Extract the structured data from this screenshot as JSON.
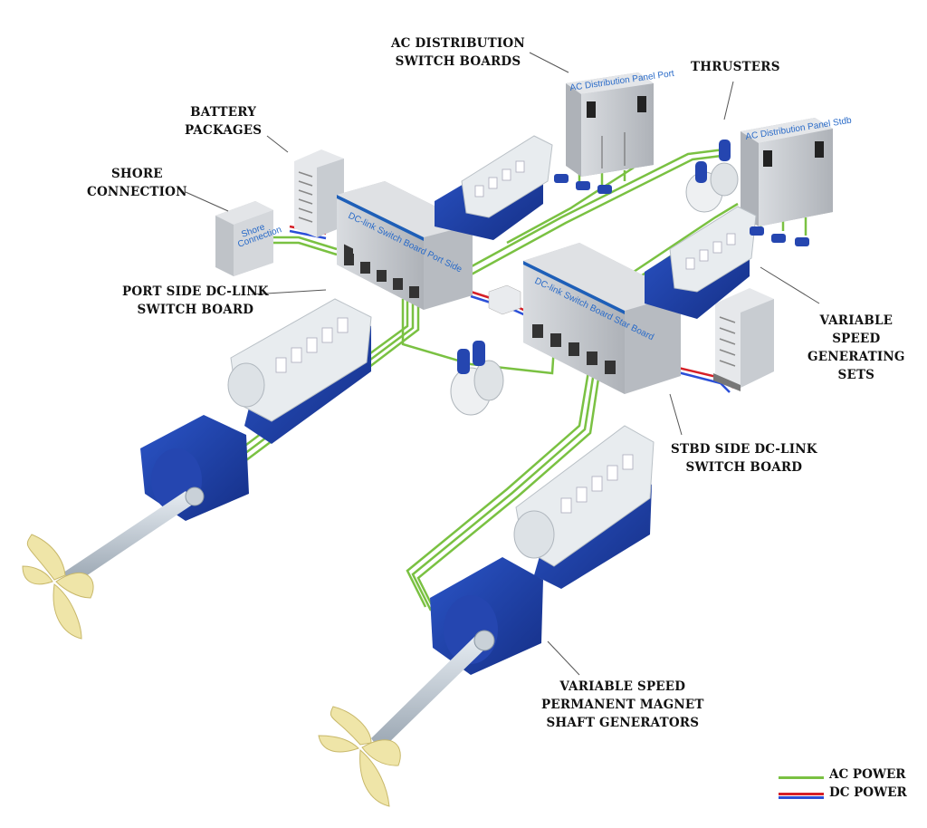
{
  "labels": {
    "ac_distribution": [
      "AC DISTRIBUTION",
      "SWITCH BOARDS"
    ],
    "thrusters": [
      "THRUSTERS"
    ],
    "battery": [
      "BATTERY",
      "PACKAGES"
    ],
    "shore": [
      "SHORE",
      "CONNECTION"
    ],
    "port_dc": [
      "PORT SIDE DC-LINK",
      "SWITCH BOARD"
    ],
    "variable_gen": [
      "VARIABLE",
      "SPEED",
      "GENERATING",
      "SETS"
    ],
    "stbd_dc": [
      "STBD SIDE DC-LINK",
      "SWITCH BOARD"
    ],
    "shaft_gen": [
      "VARIABLE SPEED",
      "PERMANENT MAGNET",
      "SHAFT GENERATORS"
    ]
  },
  "panels": {
    "ac_port": "AC Distribution Panel Port",
    "ac_stbd": "AC Distribution Panel Stdb",
    "dc_port": "DC-link Switch Board Port Side",
    "dc_stbd": "DC-link Switch Board Star Board",
    "shore": [
      "Shore",
      "Connection"
    ]
  },
  "legend": [
    {
      "label": "AC POWER",
      "color": "#7ac142"
    },
    {
      "label": "DC POWER",
      "color": "#d62027",
      "color2": "#2b4fd8"
    }
  ],
  "colors": {
    "ac": "#7ac142",
    "dc_red": "#d62027",
    "dc_blue": "#2b4fd8",
    "machine_blue": "#1e3fa6",
    "engine_white": "#e8ecef",
    "propeller": "#efe5a8",
    "cabinet": "#c9ccd1"
  }
}
